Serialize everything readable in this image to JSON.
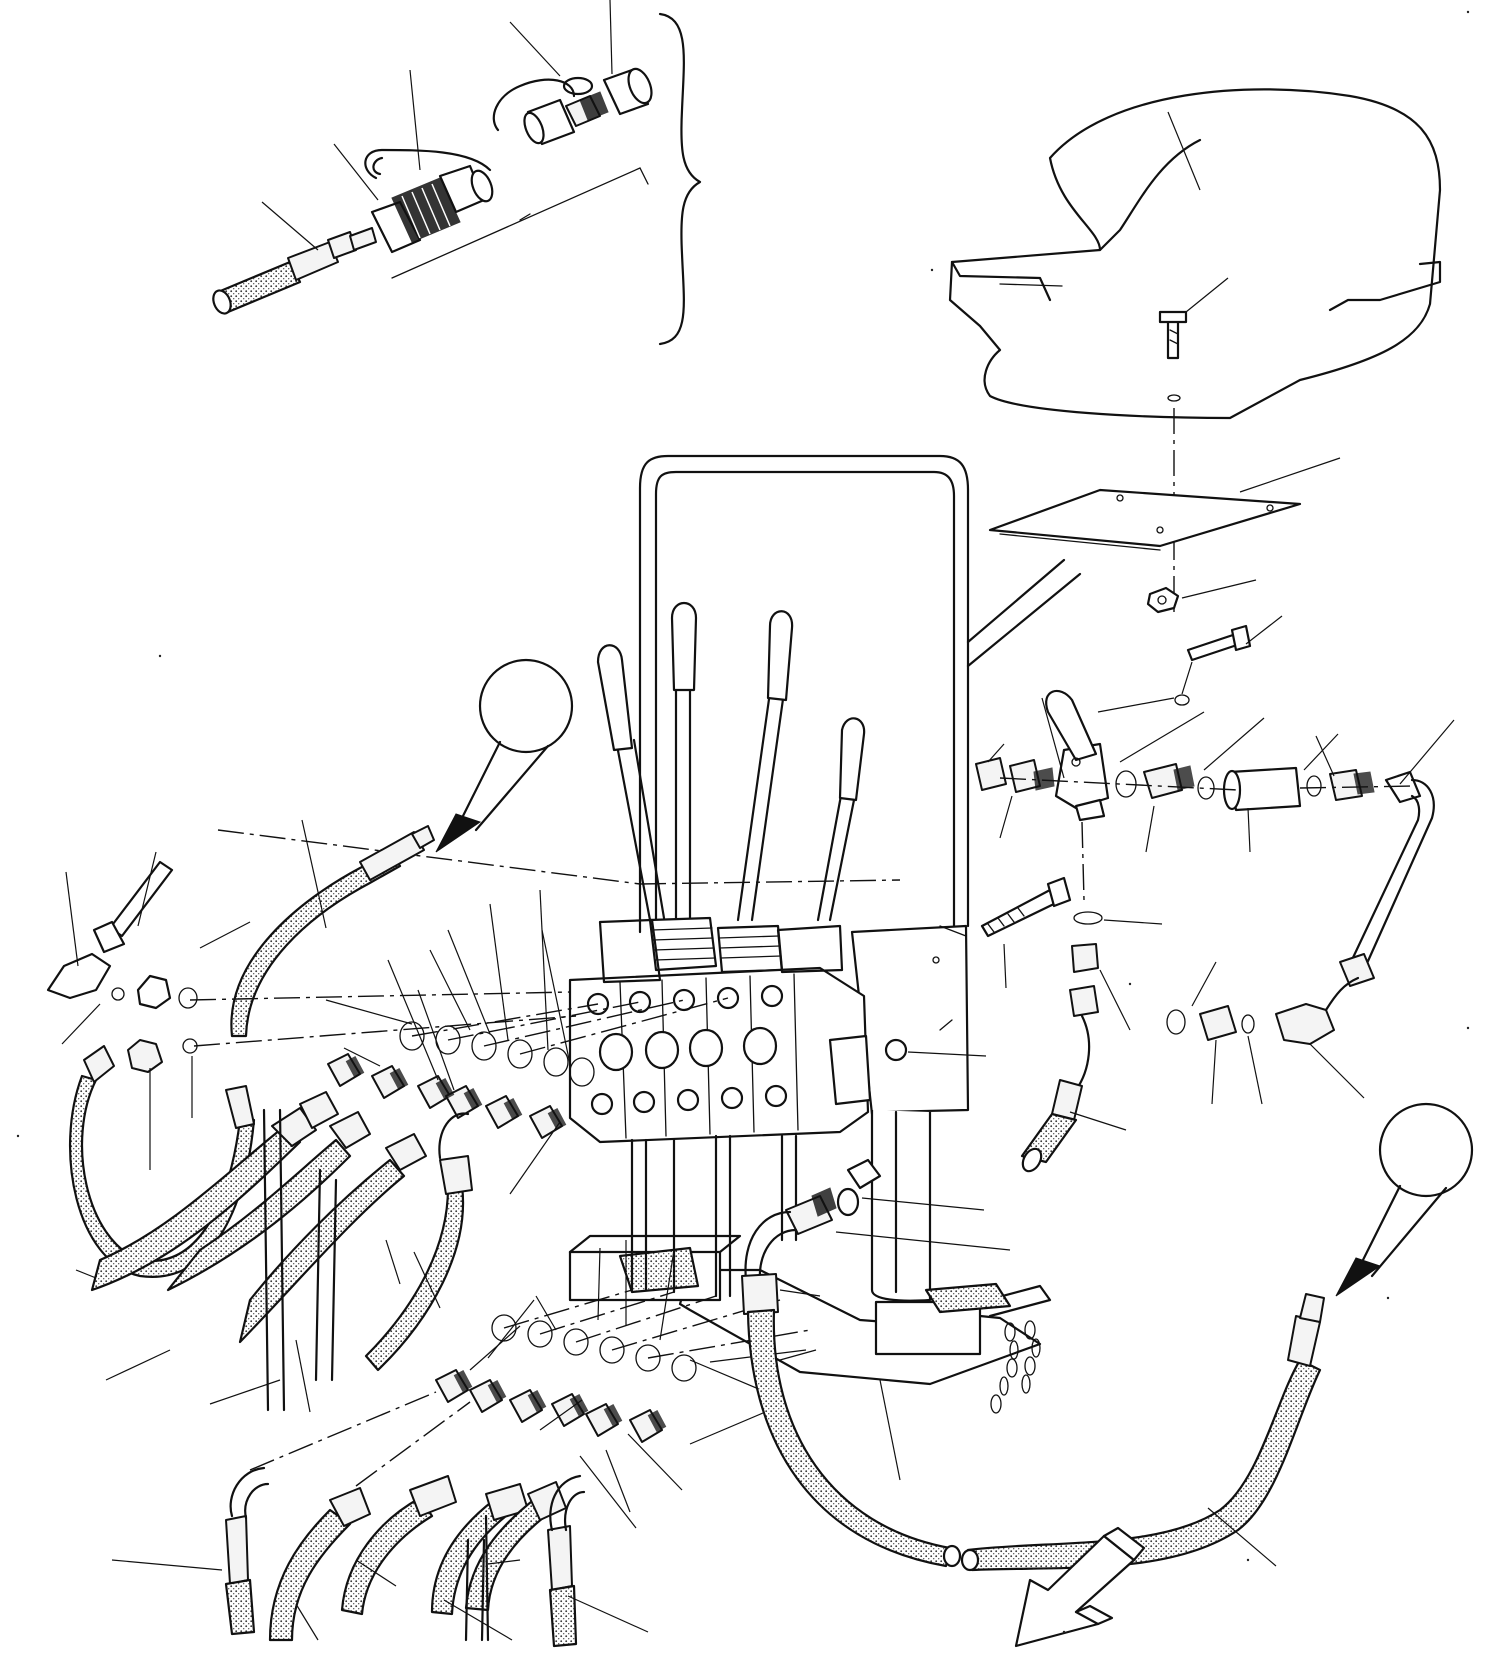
{
  "diagram": {
    "type": "exploded-parts-view",
    "labels": [],
    "icons": [
      "quick-coupler-detail",
      "operator-seat",
      "control-valve-bank",
      "hydraulic-hose",
      "direction-arrow",
      "detail-callout-circle",
      "foot-step",
      "safety-chain"
    ]
  }
}
